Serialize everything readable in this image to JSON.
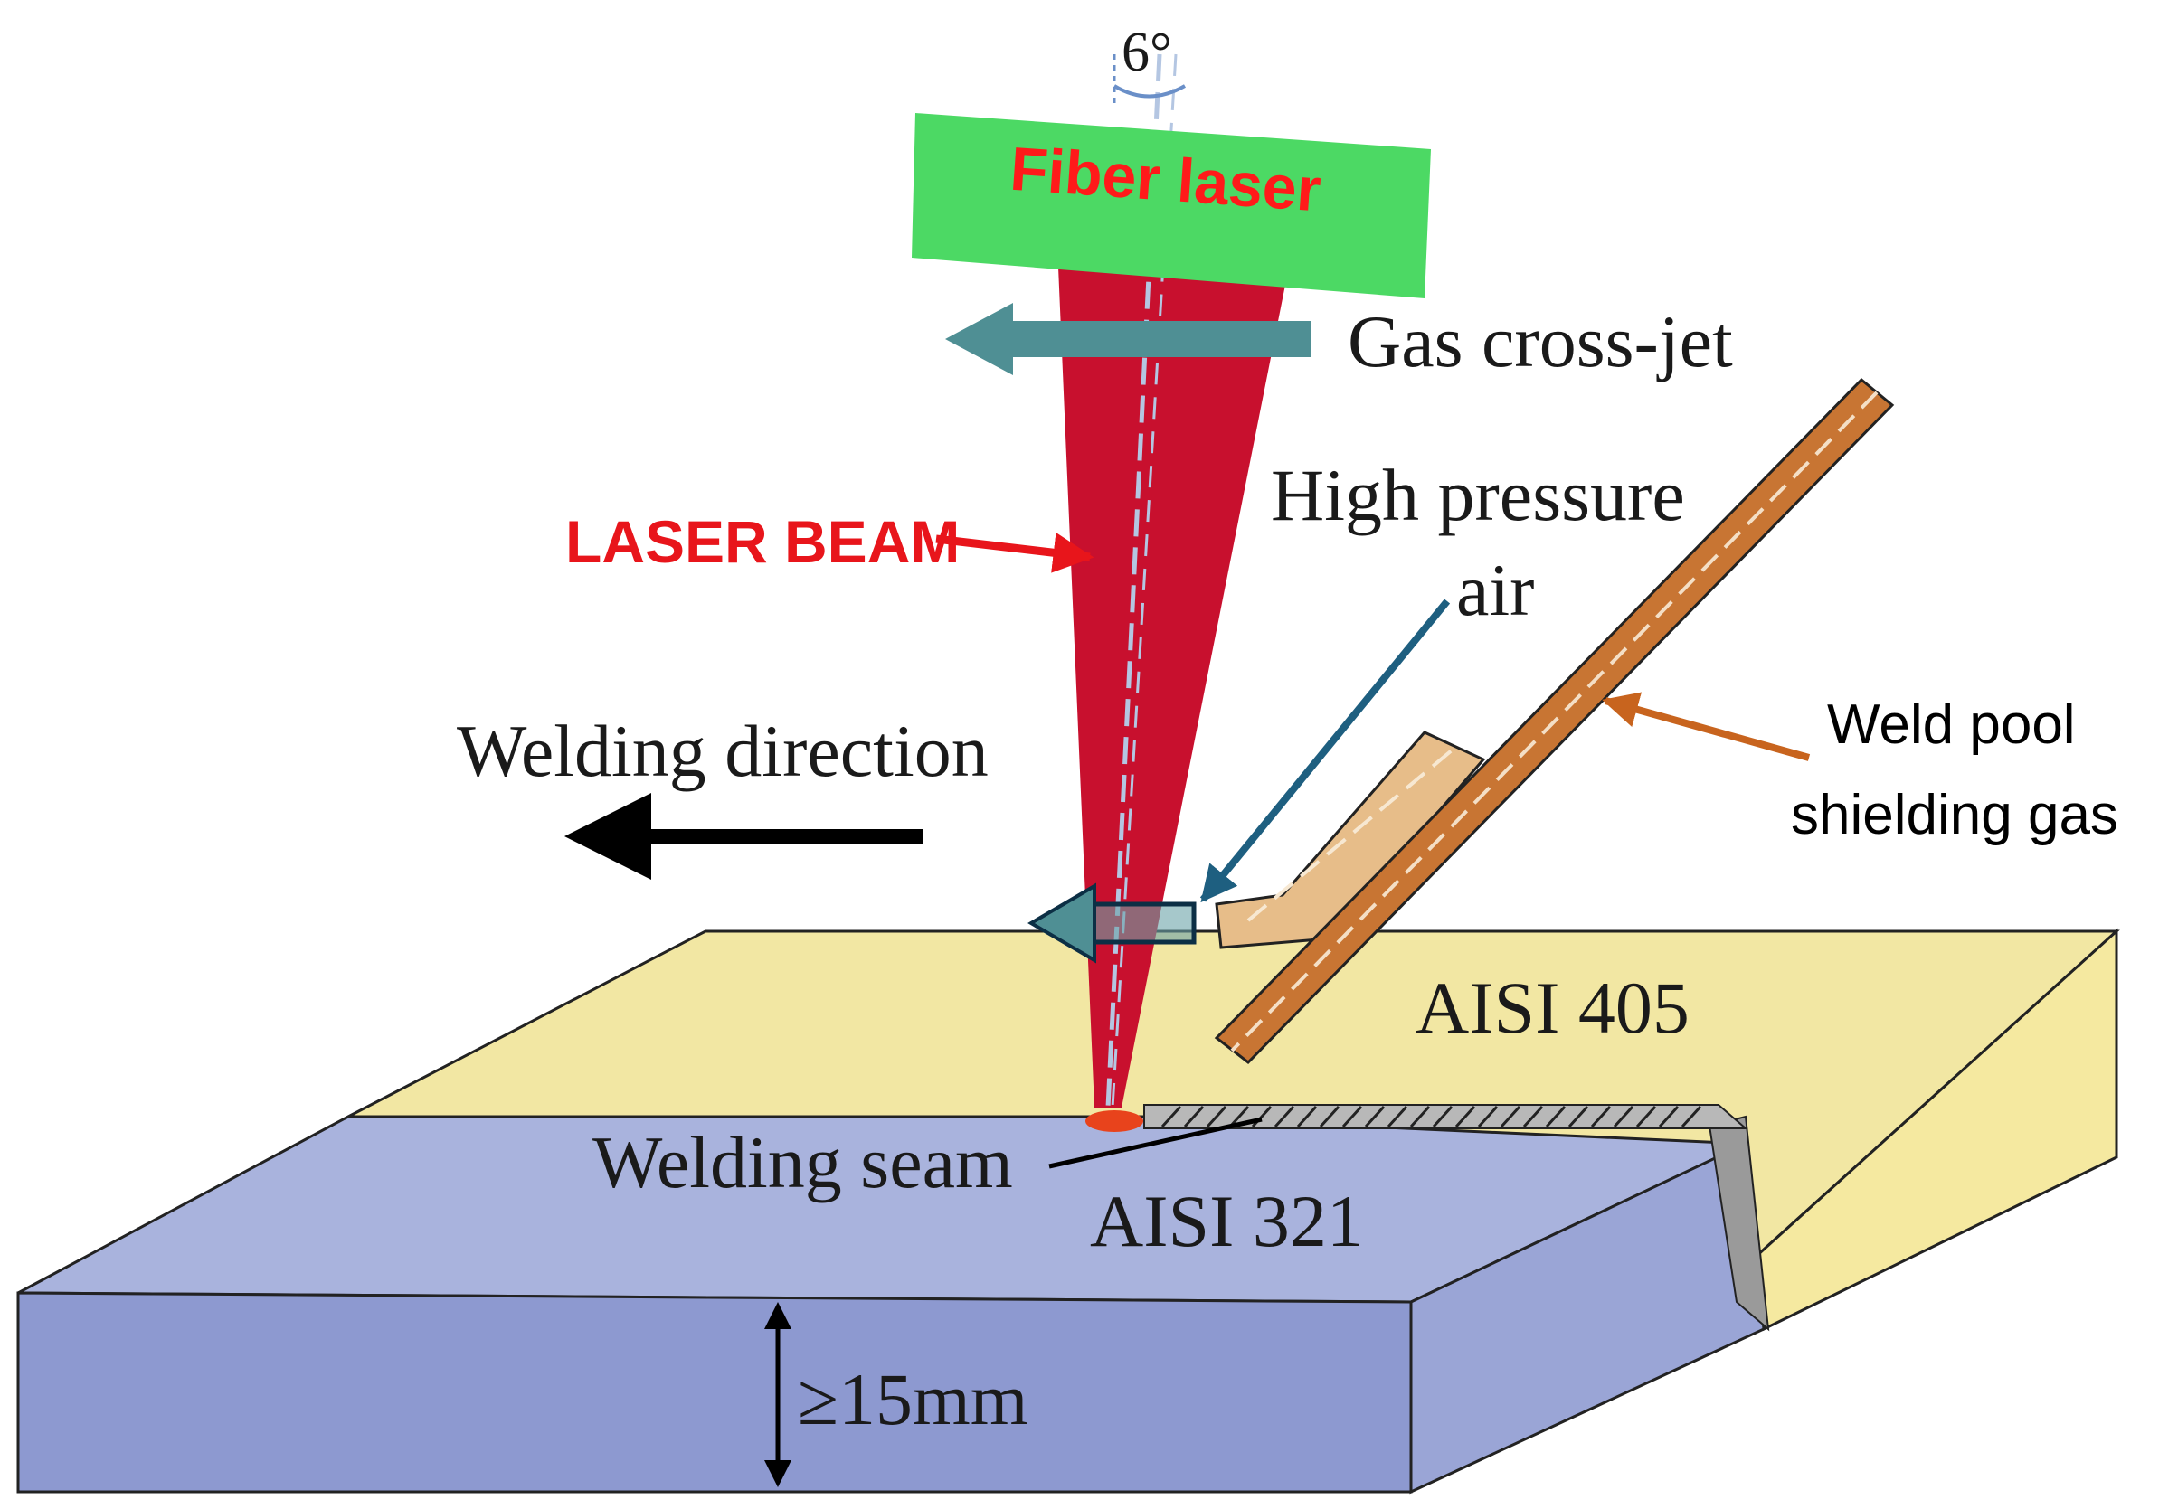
{
  "labels": {
    "angle": "6°",
    "laser_head": "Fiber laser",
    "gas_cross_jet": "Gas cross-jet",
    "high_pressure_line1": "High pressure",
    "high_pressure_line2": "air",
    "laser_beam": "LASER BEAM",
    "welding_direction": "Welding direction",
    "weld_pool_line1": "Weld pool",
    "weld_pool_line2": "shielding gas",
    "plate_top": "AISI 405",
    "plate_bottom": "AISI 321",
    "seam": "Welding seam",
    "thickness": "≥15mm"
  },
  "colors": {
    "laser_head_fill": "#4cd964",
    "laser_head_text": "#ff1a1a",
    "laser_beam_fill": "#c8102e",
    "laser_beam_label": "#e8151b",
    "gas_jet_arrow": "#4f8f94",
    "air_arrow": "#1e5f80",
    "shield_gas_pipe": "#c87533",
    "shield_gas_pointer": "#c8641e",
    "plate_405_top": "#f2e7a3",
    "plate_405_side": "#f5e9a0",
    "plate_321_top": "#a9b3dd",
    "plate_321_front": "#8d99d0",
    "weld_spot": "#e8431c"
  }
}
